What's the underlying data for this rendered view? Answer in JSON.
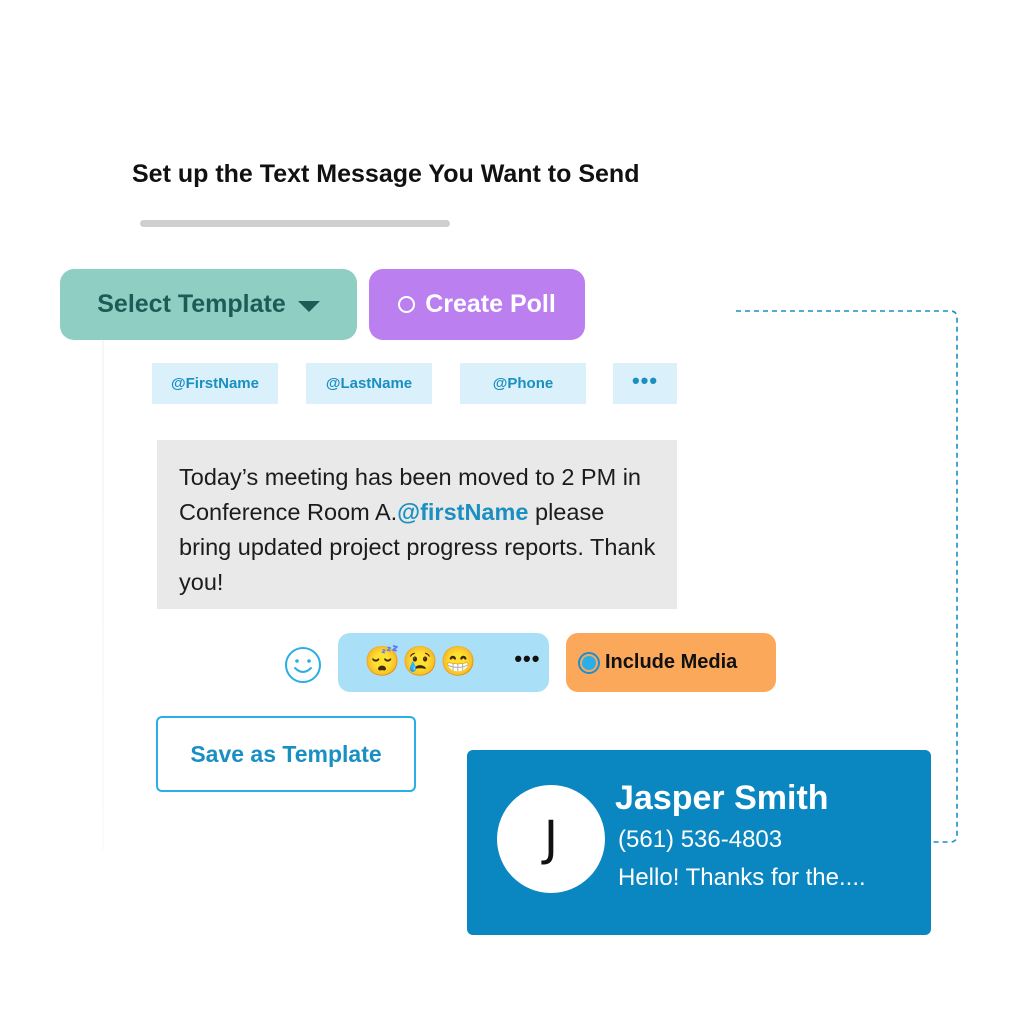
{
  "header": {
    "title": "Set up the Text Message You Want to Send"
  },
  "toolbar": {
    "select_template_label": "Select Template",
    "create_poll_label": "Create Poll"
  },
  "tags": [
    "@FirstName",
    "@LastName",
    "@Phone",
    "•••"
  ],
  "message": {
    "part1": "Today’s meeting has been moved to 2 PM in Conference Room A.",
    "mention": "@firstName",
    "part2": " please bring updated project progress reports. Thank you!"
  },
  "emoji_bar": {
    "emojis": [
      "😴",
      "😢",
      "😁"
    ],
    "more_label": "•••"
  },
  "media": {
    "include_media_label": "Include Media"
  },
  "save": {
    "label": "Save as Template"
  },
  "contact": {
    "initial": "J",
    "name": "Jasper Smith",
    "phone": "(561) 536-4803",
    "preview": "Hello! Thanks for the...."
  },
  "colors": {
    "template_button": "#8fcfc3",
    "poll_button": "#bb7ff0",
    "tag_bg": "#daf0fa",
    "accent_blue": "#1a8fc1",
    "emoji_bar": "#a9e0f7",
    "media_button": "#fca85b",
    "contact_card": "#0a87c1"
  },
  "icons": {
    "caret": "chevron-down-icon",
    "poll_ring": "circle-icon",
    "smiley": "smiley-icon",
    "media_radio": "radio-icon"
  }
}
